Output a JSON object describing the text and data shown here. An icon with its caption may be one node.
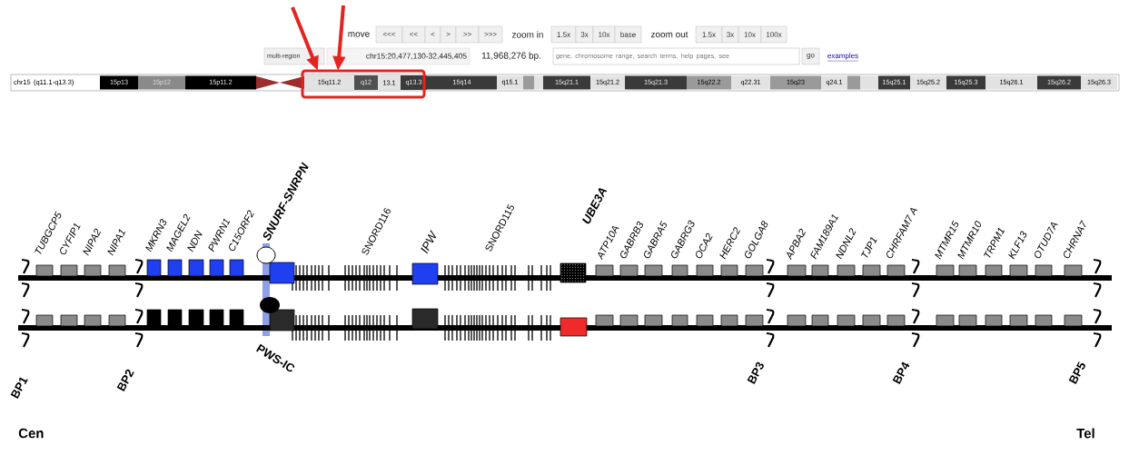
{
  "diagram": {
    "nodes": [
      {
        "text": [
          "<<<"
        ]
      },
      {
        "text": [
          "<<"
        ]
      },
      {
        "text": [
          "<"
        ]
      },
      {
        "text": [
          ">"
        ]
      },
      {
        "text": [
          ">>"
        ]
      },
      {
        "text": [
          ">>>"
        ]
      },
      {
        "text": [
          "1.5x"
        ]
      },
      {
        "text": [
          "3x"
        ]
      },
      {
        "text": [
          "10x"
        ]
      },
      {
        "text": [
          "base"
        ]
      },
      {
        "text": [
          "1.5x"
        ]
      },
      {
        "text": [
          "3x"
        ]
      },
      {
        "text": [
          "10x"
        ]
      },
      {
        "text": [
          "100x"
        ]
      },
      {
        "text": [
          "multi-region"
        ]
      },
      {
        "text": [
          "chr15:20,477,130-32,445,405"
        ]
      },
      {
        "text": [
          "gene, chromosome range, search terms, help pages, see"
        ]
      },
      {
        "text": [
          "go"
        ]
      },
      {
        "text": [
          "chr15 (q11.1-q13.3)"
        ]
      },
      {
        "text": [
          "15p13"
        ],
        "in": 18
      },
      {
        "text": [
          "15p12"
        ],
        "in": 18
      },
      {
        "text": [
          "15p11.2"
        ],
        "in": 18
      },
      {
        "text": [
          "15q11.2"
        ]
      },
      {
        "text": [
          "q12"
        ]
      },
      {
        "text": [
          "13.1"
        ]
      },
      {
        "text": [
          "q13.3"
        ]
      },
      {
        "text": [
          "15q14"
        ],
        "in": 18
      },
      {
        "text": [
          "q15.1"
        ],
        "in": 18
      },
      {
        "text": [],
        "shape": "box",
        "in": 18
      },
      {
        "text": [],
        "shape": "box",
        "in": 18
      },
      {
        "text": [
          "15q21.1"
        ],
        "in": 18
      },
      {
        "text": [
          "15q21.2"
        ],
        "in": 18
      },
      {
        "text": [
          "15q21.3"
        ],
        "in": 18
      },
      {
        "text": [
          "15q22.2"
        ],
        "in": 18
      },
      {
        "text": [
          "q22.31"
        ],
        "in": 18
      },
      {
        "text": [
          "15q23"
        ],
        "in": 18
      },
      {
        "text": [
          "q24.1"
        ],
        "in": 18
      },
      {
        "text": [],
        "shape": "box",
        "in": 18
      },
      {
        "text": [],
        "shape": "box",
        "in": 18
      },
      {
        "text": [
          "15q25.1"
        ],
        "in": 18
      },
      {
        "text": [
          "15q25.2"
        ],
        "in": 18
      },
      {
        "text": [
          "15q25.3"
        ],
        "in": 18
      },
      {
        "text": [
          "15q26.1"
        ],
        "in": 18
      },
      {
        "text": [
          "15q26.2"
        ],
        "in": 18
      },
      {
        "text": [
          "15q26.3"
        ],
        "in": 18
      },
      {
        "text": [],
        "shape": "box"
      }
    ],
    "edges": [
      {
        "from": null,
        "to": 45,
        "arrow": "to",
        "color": "#e52420"
      },
      {
        "from": null,
        "to": 45,
        "arrow": "to",
        "color": "#e52420"
      }
    ],
    "labels": [
      "move",
      "zoom in",
      "zoom out",
      "11,968,276 bp.",
      "examples",
      "TUBGCP5",
      "CYFIP1",
      "NIPA2",
      "NIPA1",
      "MKRN3",
      "MAGEL2",
      "NDN",
      "PWRN1",
      "C15ORF2",
      "SNURF-SNRPN",
      "SNORD116",
      "IPW",
      "SNORD115",
      "UBE3A",
      "ATP10A",
      "GABRB3",
      "GABRA5",
      "GABRG3",
      "OCA2",
      "HERC2",
      "GOLGA8",
      "APBA2",
      "FAM189A1",
      "NDNL2",
      "TJP1",
      "CHRFAM7 A",
      "MTMR15",
      "MTMR10",
      "TRPM1",
      "KLF13",
      "OTUD7A",
      "CHRNA7",
      "PWS-IC",
      "BP1",
      "BP2",
      "BP3",
      "BP4",
      "BP5",
      "Cen",
      "Tel"
    ]
  }
}
